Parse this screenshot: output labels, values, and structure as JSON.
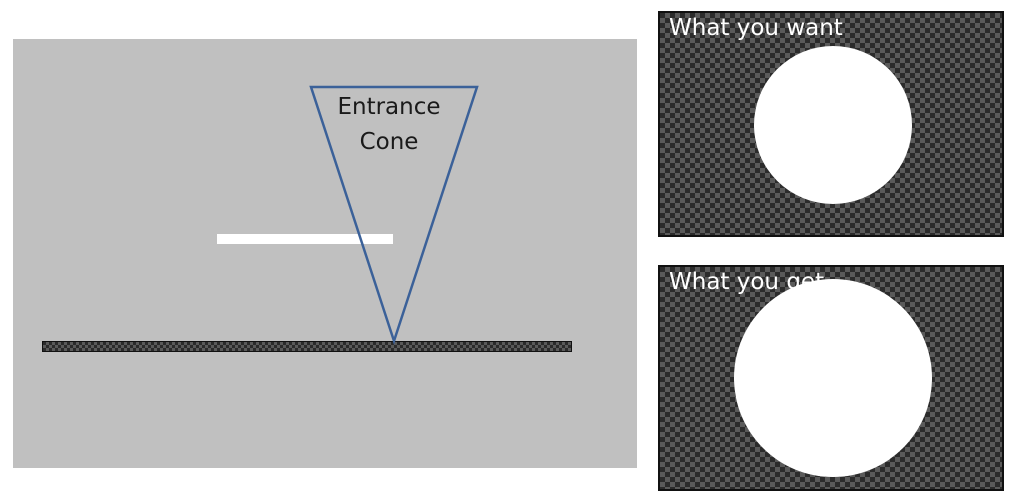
{
  "diagram": {
    "cone_label": [
      "Entrance",
      "Cone"
    ],
    "colors": {
      "background_panel": "#c0c0c0",
      "cone_stroke": "#3b6199",
      "bar": "#ffffff"
    }
  },
  "panels": {
    "want": {
      "title": "What you want"
    },
    "get": {
      "title": "What you get"
    }
  }
}
